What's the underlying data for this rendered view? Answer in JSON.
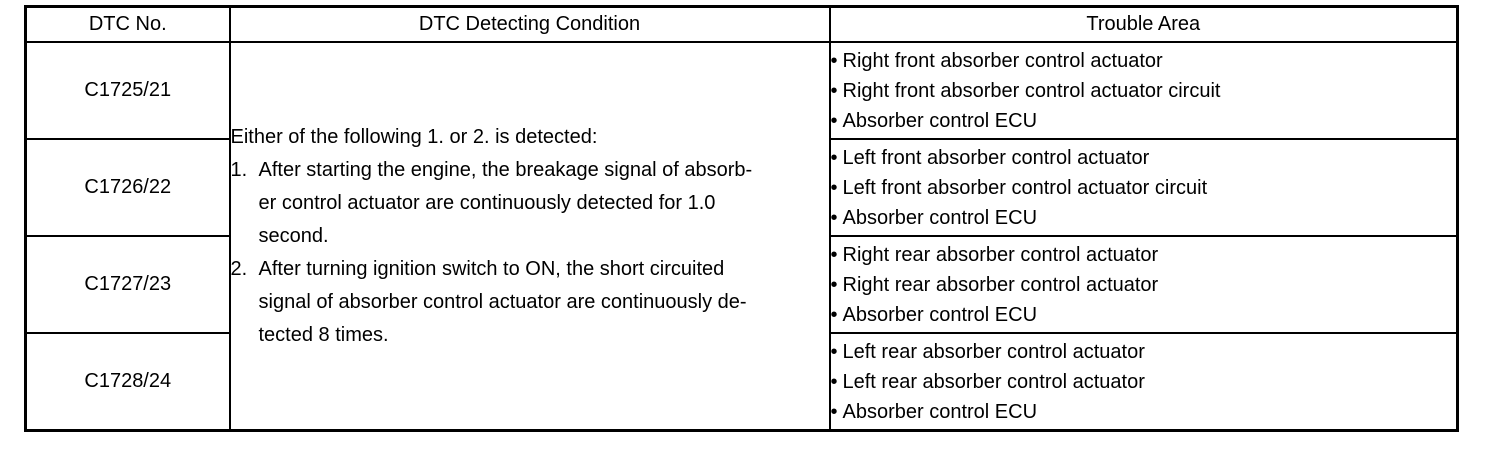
{
  "table": {
    "headers": [
      "DTC No.",
      "DTC Detecting Condition",
      "Trouble Area"
    ],
    "condition": {
      "intro": "Either of the following 1. or 2. is detected:",
      "items": [
        {
          "num": "1.",
          "lines": [
            "After starting the engine, the breakage signal of absorb-",
            "er control actuator are continuously detected for 1.0",
            "second."
          ]
        },
        {
          "num": "2.",
          "lines": [
            "After turning ignition switch to ON, the short circuited",
            "signal of absorber control actuator are continuously de-",
            "tected 8 times."
          ]
        }
      ]
    },
    "rows": [
      {
        "code": "C1725/21",
        "areas": [
          "Right front absorber control actuator",
          "Right front absorber control actuator circuit",
          "Absorber control ECU"
        ]
      },
      {
        "code": "C1726/22",
        "areas": [
          "Left front absorber control actuator",
          "Left front absorber control actuator circuit",
          "Absorber control ECU"
        ]
      },
      {
        "code": "C1727/23",
        "areas": [
          "Right rear absorber control actuator",
          "Right rear absorber control actuator",
          "Absorber control ECU"
        ]
      },
      {
        "code": "C1728/24",
        "areas": [
          "Left rear absorber control actuator",
          "Left rear absorber control actuator",
          "Absorber control ECU"
        ]
      }
    ],
    "bullet": "•"
  }
}
